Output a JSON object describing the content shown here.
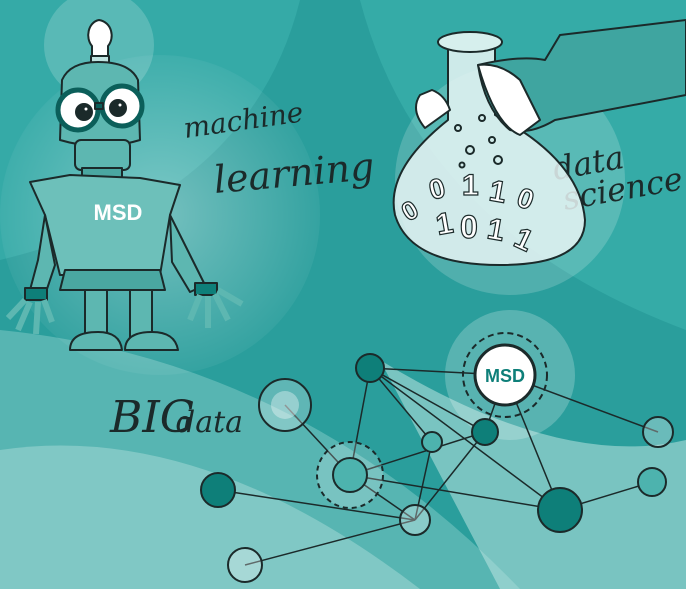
{
  "labels": {
    "machine": "machine",
    "learning": "learning",
    "data": "data",
    "science": "science",
    "big": "BIG",
    "bigdata_suffix": "data"
  },
  "logos": {
    "robot_shirt": "MSD",
    "network_hub": "MSD"
  },
  "flask_digits": [
    "0",
    "0",
    "1",
    "1",
    "0",
    "1",
    "0",
    "1",
    "1"
  ],
  "colors": {
    "background": "#2a9e9c",
    "dark_teal": "#0e7f79",
    "mid_teal": "#4db3ae",
    "light_teal": "#9ad6d2",
    "ink": "#1b2a2a",
    "white": "#ffffff"
  },
  "icons": [
    "lightbulb-icon",
    "robot-illustration",
    "flask-illustration",
    "network-graph"
  ]
}
